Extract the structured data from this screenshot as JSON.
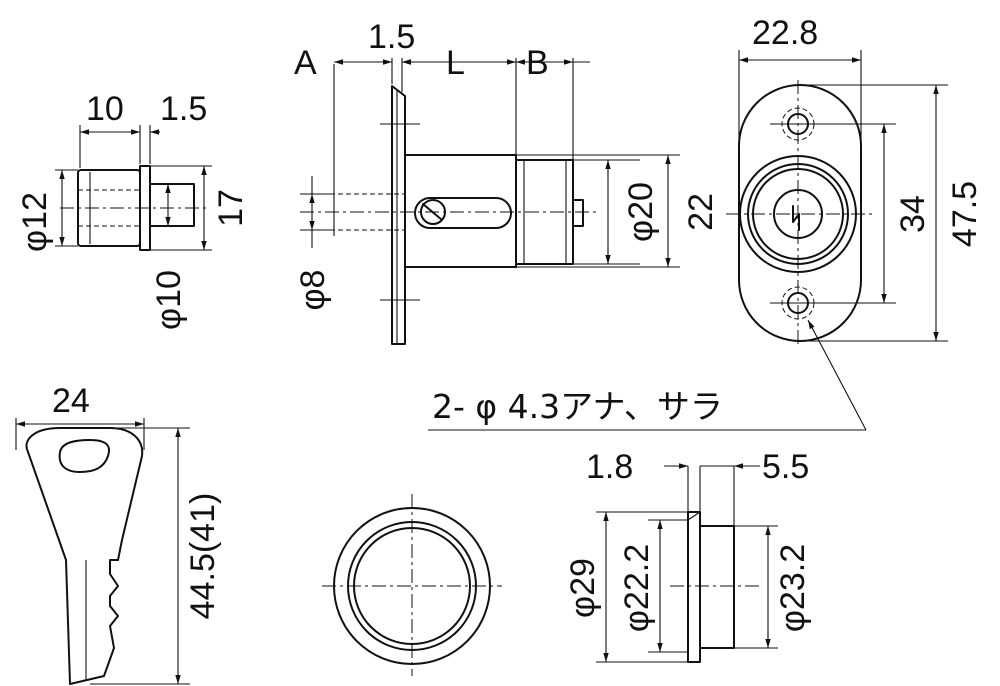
{
  "dimensions": {
    "small_width_10": "10",
    "small_flange_1_5": "1.5",
    "small_phi12": "φ12",
    "small_17": "17",
    "small_phi10": "φ10",
    "side_A": "A",
    "side_1_5": "1.5",
    "side_L": "L",
    "side_B": "B",
    "side_phi8": "φ8",
    "side_phi20": "φ20",
    "side_22": "22",
    "front_22_8": "22.8",
    "front_34": "34",
    "front_47_5": "47.5",
    "key_24": "24",
    "key_44_5": "44.5(41)",
    "washer_1_8": "1.8",
    "washer_5_5": "5.5",
    "washer_phi29": "φ29",
    "washer_phi22_2": "φ22.2",
    "washer_phi23_2": "φ23.2"
  },
  "note": {
    "holes": "2- φ 4.3アナ、サラ"
  }
}
